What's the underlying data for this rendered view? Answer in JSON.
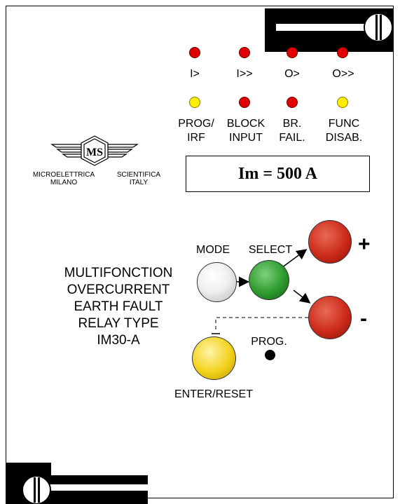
{
  "leds_top": [
    {
      "label": "I>",
      "color": "#e00000"
    },
    {
      "label": "I>>",
      "color": "#e00000"
    },
    {
      "label": "O>",
      "color": "#e00000"
    },
    {
      "label": "O>>",
      "color": "#e00000"
    }
  ],
  "leds_bottom": [
    {
      "line1": "PROG/",
      "line2": "IRF",
      "color": "#ffee00"
    },
    {
      "line1": "BLOCK",
      "line2": "INPUT",
      "color": "#e00000"
    },
    {
      "line1": "BR.",
      "line2": "FAIL.",
      "color": "#e00000"
    },
    {
      "line1": "FUNC",
      "line2": "DISAB.",
      "color": "#ffee00"
    }
  ],
  "display": {
    "text": "Im = 500 A"
  },
  "brand": {
    "logo_text": "MS",
    "left_line1": "MICROELETTRICA",
    "left_line2": "MILANO",
    "right_line1": "SCIENTIFICA",
    "right_line2": "ITALY"
  },
  "title": {
    "line1": "MULTIFONCTION",
    "line2": "OVERCURRENT",
    "line3": "EARTH FAULT",
    "line4": "RELAY TYPE",
    "line5": "IM30-A"
  },
  "buttons": {
    "mode_label": "MODE",
    "select_label": "SELECT",
    "plus_label": "+",
    "minus_label": "-",
    "enter_label": "ENTER/RESET",
    "prog_label": "PROG."
  },
  "colors": {
    "led_red": "#e00000",
    "led_yellow": "#ffee00",
    "btn_red": "#cc2a1a",
    "btn_green": "#2e9a2e",
    "btn_white": "#f4f4f4",
    "btn_yellow": "#f3d21c"
  }
}
